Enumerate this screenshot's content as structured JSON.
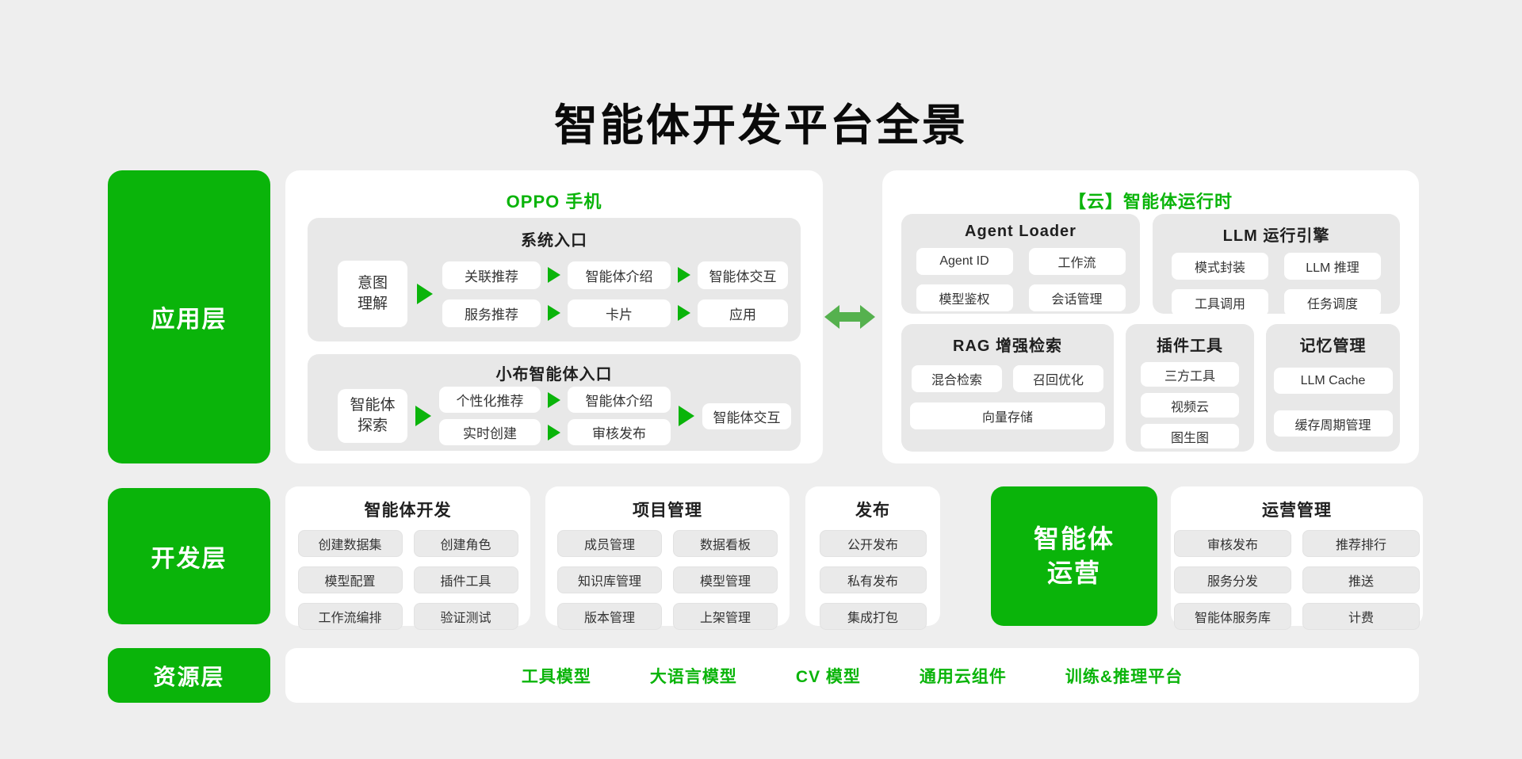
{
  "page": {
    "title": "智能体开发平台全景"
  },
  "palette": {
    "background": "#eeeeee",
    "brand_green": "#0ab40a",
    "arrow_green": "#55b14e",
    "panel_white": "#ffffff",
    "sub_panel_gray": "#e8e8e8",
    "chip_gray": "#eaeaea",
    "text_dark": "#1f1f1f"
  },
  "layers": {
    "application": "应用层",
    "development": "开发层",
    "resource": "资源层"
  },
  "oppo": {
    "title": "OPPO 手机",
    "system_entry": {
      "title": "系统入口",
      "source_line1": "意图",
      "source_line2": "理解",
      "row1": [
        "关联推荐",
        "智能体介绍",
        "智能体交互"
      ],
      "row2": [
        "服务推荐",
        "卡片",
        "应用"
      ]
    },
    "xiaobu_entry": {
      "title": "小布智能体入口",
      "source_line1": "智能体",
      "source_line2": "探索",
      "row1": [
        "个性化推荐",
        "智能体介绍"
      ],
      "row2": [
        "实时创建",
        "审核发布"
      ],
      "target": "智能体交互"
    }
  },
  "cloud": {
    "title": "【云】智能体运行时",
    "agent_loader": {
      "title": "Agent Loader",
      "chips": [
        "Agent ID",
        "工作流",
        "模型鉴权",
        "会话管理"
      ]
    },
    "llm_engine": {
      "title": "LLM 运行引擎",
      "chips": [
        "模式封装",
        "LLM 推理",
        "工具调用",
        "任务调度"
      ]
    },
    "rag": {
      "title": "RAG 增强检索",
      "chips": [
        "混合检索",
        "召回优化"
      ],
      "wide": "向量存储"
    },
    "plugin": {
      "title": "插件工具",
      "chips": [
        "三方工具",
        "视频云",
        "图生图"
      ]
    },
    "memory": {
      "title": "记忆管理",
      "chips": [
        "LLM Cache",
        "缓存周期管理"
      ]
    }
  },
  "dev": {
    "agent_dev": {
      "title": "智能体开发",
      "chips": [
        "创建数据集",
        "创建角色",
        "模型配置",
        "插件工具",
        "工作流编排",
        "验证测试"
      ]
    },
    "project": {
      "title": "项目管理",
      "chips": [
        "成员管理",
        "数据看板",
        "知识库管理",
        "模型管理",
        "版本管理",
        "上架管理"
      ]
    },
    "publish": {
      "title": "发布",
      "chips": [
        "公开发布",
        "私有发布",
        "集成打包"
      ]
    },
    "ops_box_line1": "智能体",
    "ops_box_line2": "运营",
    "ops_mgmt": {
      "title": "运营管理",
      "chips": [
        "审核发布",
        "推荐排行",
        "服务分发",
        "推送",
        "智能体服务库",
        "计费"
      ]
    }
  },
  "resources": {
    "items": [
      "工具模型",
      "大语言模型",
      "CV 模型",
      "通用云组件",
      "训练&推理平台"
    ]
  }
}
